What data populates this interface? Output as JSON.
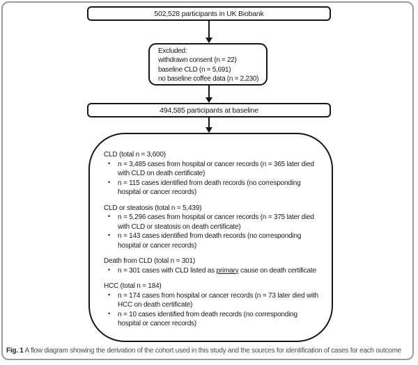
{
  "figure": {
    "caption_label": "Fig. 1",
    "caption_text": "A flow diagram showing the derivation of the cohort used in this study and the sources for identification of cases for each outcome"
  },
  "flow": {
    "bullet_char": "•",
    "top_box": "502,528 participants in UK Biobank",
    "excluded_box": {
      "title": "Excluded:",
      "lines": [
        "withdrawn consent (n = 22)",
        "baseline CLD (n = 5,691)",
        "no baseline coffee data (n = 2,230)"
      ]
    },
    "baseline_box": "494,585 participants at baseline",
    "outcomes": [
      {
        "title": "CLD (total n = 3,600)",
        "bullets": [
          {
            "parts": [
              {
                "text": "n = 3,485 cases from hospital or cancer records (n = 365 later died with CLD on death certificate)"
              }
            ]
          },
          {
            "parts": [
              {
                "text": "n = 115 cases identified from death records (no corresponding hospital or cancer records)"
              }
            ]
          }
        ]
      },
      {
        "title": "CLD or steatosis (total n = 5,439)",
        "bullets": [
          {
            "parts": [
              {
                "text": "n = 5,296 cases from hospital or cancer records (n = 375 later died with CLD or steatosis on death certificate)"
              }
            ]
          },
          {
            "parts": [
              {
                "text": "n = 143 cases identified from death records (no corresponding hospital or cancer records)"
              }
            ]
          }
        ]
      },
      {
        "title": "Death from CLD (total n = 301)",
        "bullets": [
          {
            "parts": [
              {
                "text": "n = 301 cases with CLD listed as "
              },
              {
                "text": "primary",
                "underline": true
              },
              {
                "text": " cause on death certificate"
              }
            ]
          }
        ]
      },
      {
        "title": "HCC (total n = 184)",
        "bullets": [
          {
            "parts": [
              {
                "text": "n = 174 cases from hospital or cancer records (n = 73 later died with HCC on death certificate)"
              }
            ]
          },
          {
            "parts": [
              {
                "text": "n = 10 cases identified from death records (no corresponding hospital or cancer records)"
              }
            ]
          }
        ]
      }
    ]
  },
  "colors": {
    "box_border": "#161616",
    "frame_border": "#9b9b9b",
    "text": "#1a1a1a"
  }
}
